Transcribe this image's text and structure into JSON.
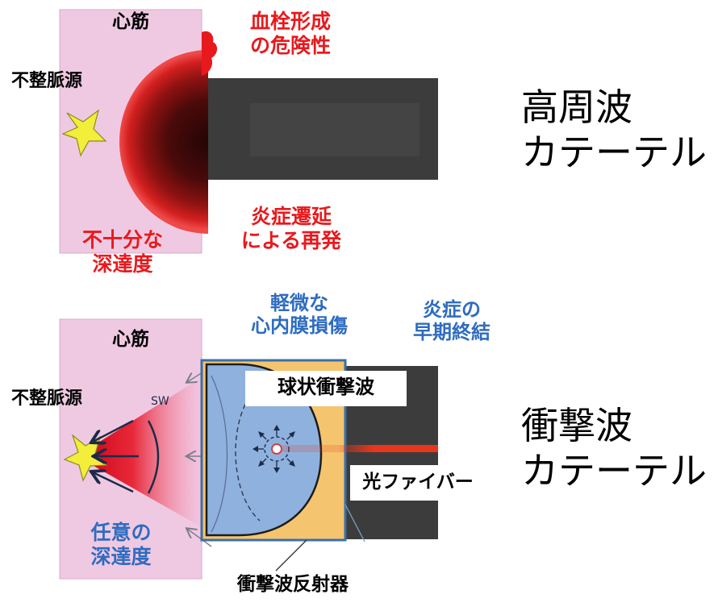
{
  "colors": {
    "myocardium": "#efc9e2",
    "catheter": "#3c3c3c",
    "danger": "#e8191d",
    "info": "#2e6cc0",
    "reflector_fill": "#8fb1de",
    "reflector_frame": "#f5c46e",
    "frame_border": "#3b6fa8",
    "fiber": "#e8361c",
    "star": "#f2ee3a"
  },
  "top_panel": {
    "tissue_label": "心筋",
    "source_label": "不整脈源",
    "thrombus_risk": [
      "血栓形成",
      "の危険性"
    ],
    "insufficient_depth": [
      "不十分な",
      "深達度"
    ],
    "recurrence": [
      "炎症遷延",
      "による再発"
    ],
    "catheter_name": [
      "高周波",
      "カテーテル"
    ]
  },
  "bottom_panel": {
    "tissue_label": "心筋",
    "source_label": "不整脈源",
    "sw_label": "SW",
    "minor_damage": [
      "軽微な",
      "心内膜損傷"
    ],
    "early_resolution": [
      "炎症の",
      "早期終結"
    ],
    "spherical_wave": "球状衝撃波",
    "fiber_label": "光ファイバー",
    "arbitrary_depth": [
      "任意の",
      "深達度"
    ],
    "reflector_label": "衝撃波反射器",
    "catheter_name": [
      "衝撃波",
      "カテーテル"
    ]
  }
}
